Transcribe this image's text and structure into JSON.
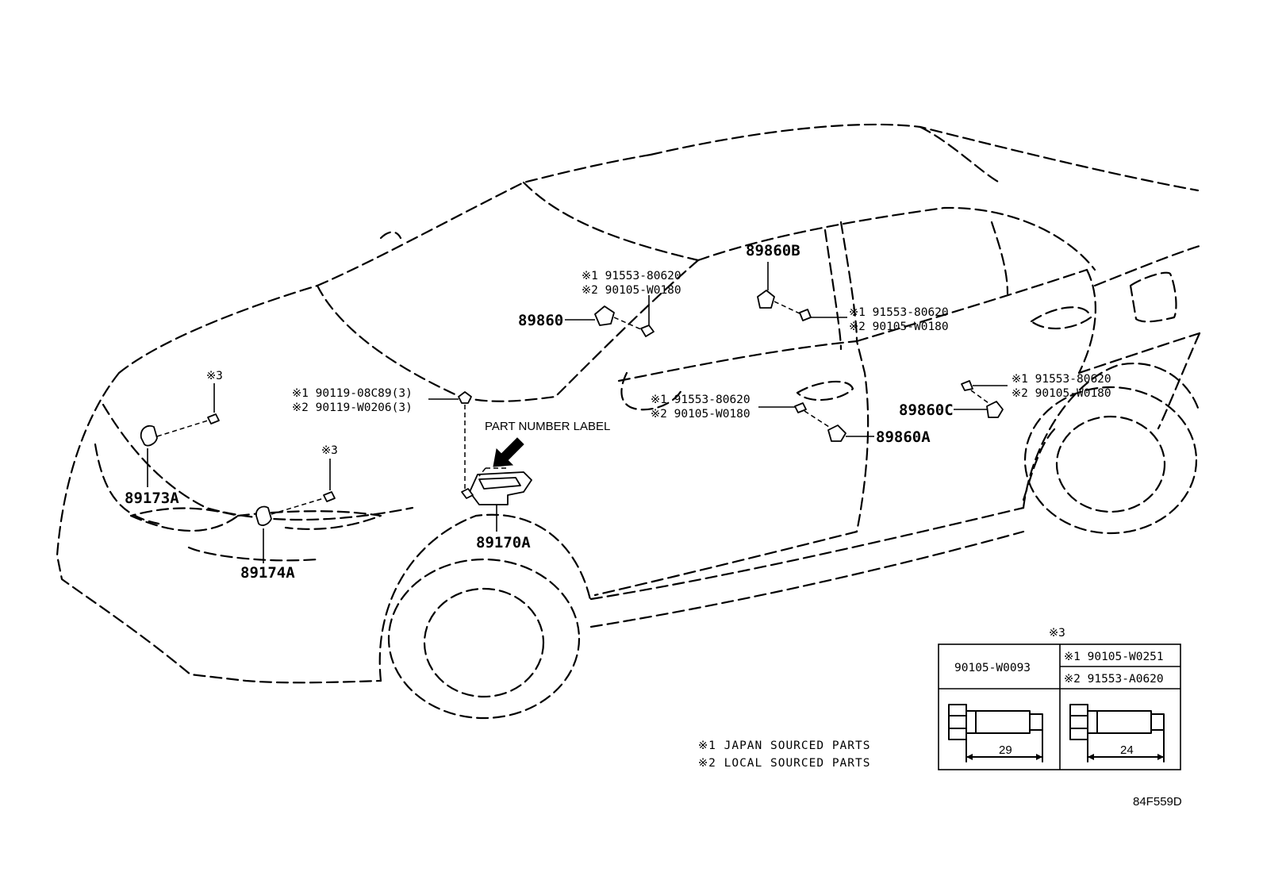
{
  "callouts": {
    "p89173A": "89173A",
    "p89174A": "89174A",
    "p89170A": "89170A",
    "p89860": "89860",
    "p89860B": "89860B",
    "p89860A": "89860A",
    "p89860C": "89860C",
    "star3_a": "※3",
    "star3_b": "※3",
    "star3_table": "※3"
  },
  "bolt_groups": {
    "front_mount": {
      "line1": "※1 90119-08C89(3)",
      "line2": "※2 90119-W0206(3)"
    },
    "pillar_upper": {
      "line1": "※1 91553-80620",
      "line2": "※2 90105-W0180"
    },
    "pillar_b": {
      "line1": "※1 91553-80620",
      "line2": "※2 90105-W0180"
    },
    "door_front": {
      "line1": "※1 91553-80620",
      "line2": "※2 90105-W0180"
    },
    "rear_side": {
      "line1": "※1 91553-80620",
      "line2": "※2 90105-W0180"
    }
  },
  "part_number_label": "PART NUMBER LABEL",
  "legend": {
    "line1": "※1 JAPAN SOURCED PARTS",
    "line2": "※2 LOCAL SOURCED PARTS"
  },
  "table": {
    "left_part": "90105-W0093",
    "right_part1": "※1 90105-W0251",
    "right_part2": "※2 91553-A0620",
    "left_length": "29",
    "right_length": "24"
  },
  "diagram_ref": "84F559D"
}
